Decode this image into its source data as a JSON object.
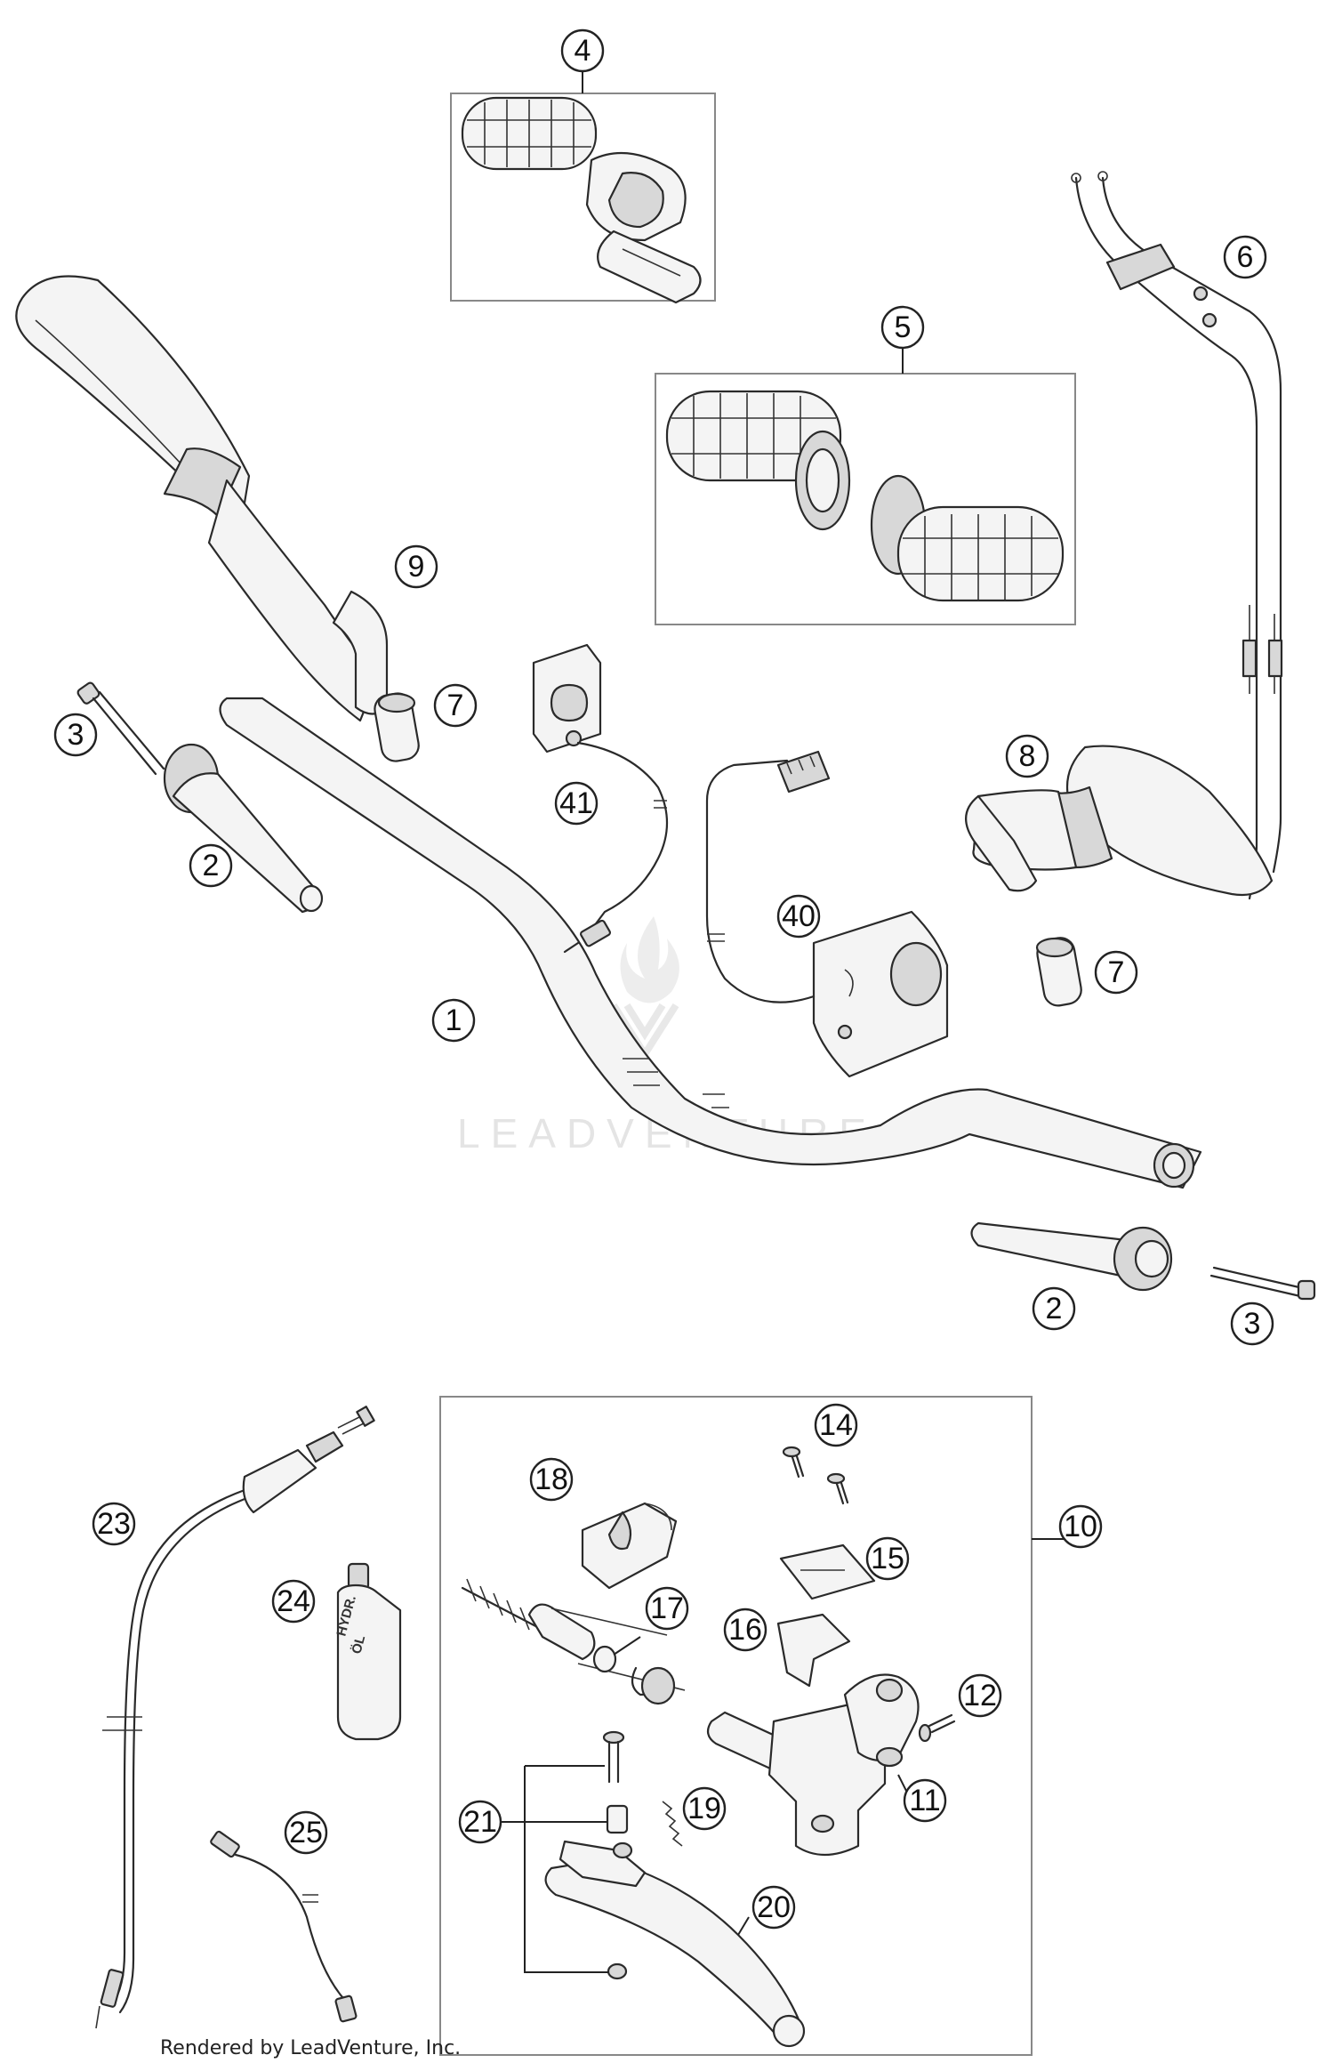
{
  "callouts": {
    "c1": "1",
    "c2a": "2",
    "c2b": "2",
    "c3a": "3",
    "c3b": "3",
    "c4": "4",
    "c5": "5",
    "c6": "6",
    "c7a": "7",
    "c7b": "7",
    "c8": "8",
    "c9": "9",
    "c10": "10",
    "c11": "11",
    "c12": "12",
    "c14": "14",
    "c15": "15",
    "c16": "16",
    "c17": "17",
    "c18": "18",
    "c19": "19",
    "c20": "20",
    "c21": "21",
    "c23": "23",
    "c24": "24",
    "c25": "25",
    "c40": "40",
    "c41": "41"
  },
  "oil_label": {
    "line1": "HYDR.",
    "line2": "ÖL"
  },
  "watermark": "LEADVENTURE",
  "credit": "Rendered by LeadVenture, Inc."
}
